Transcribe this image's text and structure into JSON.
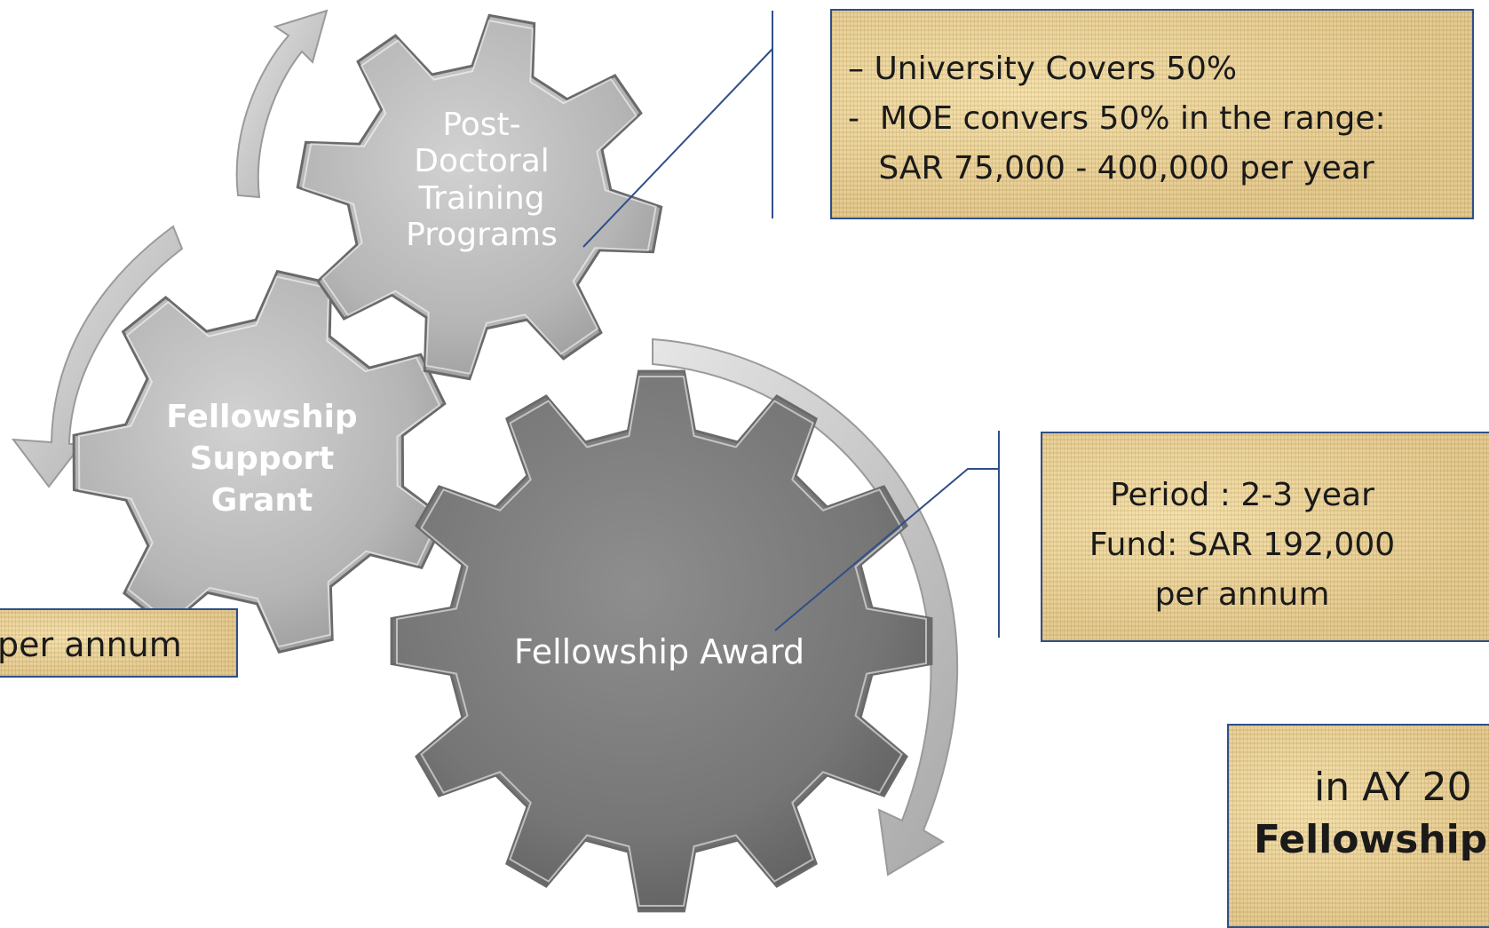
{
  "gears": {
    "postdoc": {
      "lines": [
        "Post-",
        "Doctoral",
        "Training",
        "Programs"
      ]
    },
    "support_grant": {
      "lines": [
        "Fellowship",
        "Support",
        "Grant"
      ]
    },
    "award": {
      "label": "Fellowship Award"
    }
  },
  "callouts": {
    "postdoc": {
      "lines": [
        "– University Covers 50%",
        "-  MOE convers 50% in the range:",
        "   SAR 75,000 - 400,000 per year"
      ]
    },
    "award": {
      "lines": [
        "Period : 2-3 year",
        "Fund: SAR 192,000",
        "per annum"
      ]
    },
    "support_grant": {
      "text": "per annum"
    },
    "note": {
      "line1": "in AY 20",
      "line2": "Fellowship"
    }
  },
  "colors": {
    "gear_light": "#b4b4b4",
    "gear_dark": "#7a7a7a",
    "arrow": "#c8c8c8",
    "connector": "#2f4f8a",
    "callout_fill": "#e2c88c"
  }
}
